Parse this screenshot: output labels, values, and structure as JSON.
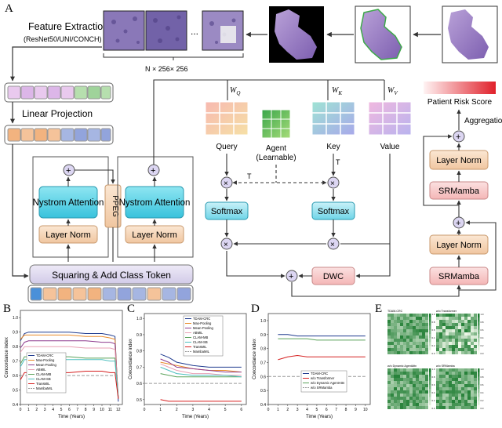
{
  "panel_letters": [
    "A",
    "B",
    "C",
    "D",
    "E"
  ],
  "pipeline": {
    "feature_extraction": "Feature Extraction",
    "backbones": "(ResNet50/UNI/CONCH)",
    "ellipsis": "...",
    "tile_count": "N × 256× 256",
    "linear_projection": "Linear Projection",
    "nystrom_attention": "Nystrom Attention",
    "layer_norm": "Layer Norm",
    "ppeg": "PPEG",
    "squaring": "Squaring & Add Class Token",
    "wq": "W",
    "wq_sub": "Q",
    "wk": "W",
    "wk_sub": "K",
    "wv": "W",
    "wv_sub": "V",
    "query": "Query",
    "agent": "Agent",
    "agent_sub": "(Learnable)",
    "key": "Key",
    "value": "Value",
    "transpose_mark": "T",
    "softmax": "Softmax",
    "dwc": "DWC",
    "srmamba": "SRMamba",
    "aggregation": "Aggregation",
    "risk_score": "Patient Risk Score"
  },
  "colors": {
    "cyan": "#5fd3e8",
    "peach": "#f6d3b3",
    "lavender": "#ded2f0",
    "tissue": "#9a7fc4",
    "risk_red": "#e0202a"
  },
  "charts": [
    {
      "type": "line",
      "ylabel": "Concordance index",
      "xlabel": "Time (Years)",
      "xticks": [
        "0",
        "1",
        "2",
        "3",
        "4",
        "5",
        "6",
        "7",
        "8",
        "9",
        "10",
        "11",
        "12"
      ],
      "yticks": [
        "0.4",
        "0.5",
        "0.6",
        "0.7",
        "0.8",
        "0.9",
        "1.0"
      ],
      "xlim": [
        0,
        12.5
      ],
      "ylim": [
        0.4,
        1.05
      ],
      "legend": [
        "TDAM-CRC",
        "Max-Pooling",
        "Mean-Pooling",
        "ABMIL",
        "CLAM-MB",
        "CLAM-SB",
        "TransMIL",
        "MambaMIL"
      ],
      "series": [
        {
          "name": "TDAM-CRC",
          "color": "#1f3b8f",
          "x": [
            0,
            0.5,
            1,
            2,
            4,
            6,
            8,
            10,
            11,
            11.6,
            12
          ],
          "y": [
            0.84,
            0.89,
            0.9,
            0.9,
            0.9,
            0.9,
            0.89,
            0.89,
            0.88,
            0.87,
            0.42
          ]
        },
        {
          "name": "Max-Pooling",
          "color": "#e98b2a",
          "x": [
            0,
            0.5,
            1,
            2,
            4,
            6,
            8,
            10,
            11,
            11.6,
            12
          ],
          "y": [
            0.85,
            0.88,
            0.88,
            0.88,
            0.88,
            0.88,
            0.87,
            0.87,
            0.86,
            0.85,
            0.44
          ]
        },
        {
          "name": "Mean-Pooling",
          "color": "#8e3b8e",
          "x": [
            0,
            0.5,
            1,
            2,
            4,
            6,
            8,
            10,
            11,
            11.6,
            12
          ],
          "y": [
            0.79,
            0.83,
            0.84,
            0.84,
            0.84,
            0.84,
            0.84,
            0.83,
            0.83,
            0.82,
            0.44
          ]
        },
        {
          "name": "ABMIL",
          "color": "#e8a0b4",
          "x": [
            0,
            0.5,
            1,
            2,
            4,
            6,
            8,
            10,
            11,
            11.6,
            12
          ],
          "y": [
            0.76,
            0.8,
            0.8,
            0.8,
            0.8,
            0.8,
            0.79,
            0.79,
            0.79,
            0.78,
            0.45
          ]
        },
        {
          "name": "CLAM-MB",
          "color": "#5ba35b",
          "x": [
            0,
            0.5,
            1,
            2,
            4,
            6,
            8,
            10,
            11,
            11.6,
            12
          ],
          "y": [
            0.68,
            0.73,
            0.73,
            0.73,
            0.73,
            0.73,
            0.72,
            0.72,
            0.72,
            0.72,
            0.45
          ]
        },
        {
          "name": "CLAM-SB",
          "color": "#4dbfbf",
          "x": [
            0,
            0.5,
            1,
            2,
            4,
            6,
            8,
            10,
            11,
            11.6,
            12
          ],
          "y": [
            0.66,
            0.71,
            0.71,
            0.71,
            0.71,
            0.71,
            0.71,
            0.71,
            0.7,
            0.7,
            0.45
          ]
        },
        {
          "name": "TransMIL",
          "color": "#d62020",
          "x": [
            0,
            0.5,
            1,
            2,
            4,
            6,
            8,
            10,
            11,
            11.6,
            12
          ],
          "y": [
            0.57,
            0.62,
            0.62,
            0.62,
            0.62,
            0.62,
            0.63,
            0.63,
            0.62,
            0.62,
            0.44
          ]
        },
        {
          "name": "MambaMIL",
          "color": "#999999",
          "dash": "4,2",
          "x": [
            0,
            0.5,
            1,
            2,
            4,
            6,
            8,
            10,
            11,
            11.6,
            12
          ],
          "y": [
            0.6,
            0.6,
            0.6,
            0.6,
            0.6,
            0.6,
            0.6,
            0.6,
            0.6,
            0.6,
            0.6
          ]
        }
      ],
      "legend_position": "bottom-left"
    },
    {
      "type": "line",
      "ylabel": "Concordance index",
      "xlabel": "Time (Years)",
      "xticks": [
        "0",
        "1",
        "2",
        "3",
        "4",
        "5",
        "6"
      ],
      "yticks": [
        "0.5",
        "0.6",
        "0.7",
        "0.8",
        "0.9",
        "1.0"
      ],
      "xlim": [
        0,
        6.3
      ],
      "ylim": [
        0.47,
        1.03
      ],
      "legend": [
        "TDAM-CRC",
        "Max-Pooling",
        "Mean-Pooling",
        "ABMIL",
        "CLAM-MB",
        "CLAM-SB",
        "TransMIL",
        "MambaMIL"
      ],
      "series": [
        {
          "name": "TDAM-CRC",
          "color": "#1f3b8f",
          "x": [
            1,
            1.5,
            2,
            3,
            4,
            5,
            6
          ],
          "y": [
            0.78,
            0.76,
            0.73,
            0.71,
            0.7,
            0.7,
            0.7
          ]
        },
        {
          "name": "Max-Pooling",
          "color": "#e98b2a",
          "x": [
            1,
            1.5,
            2,
            3,
            4,
            5,
            6
          ],
          "y": [
            0.73,
            0.72,
            0.71,
            0.69,
            0.68,
            0.68,
            0.67
          ]
        },
        {
          "name": "Mean-Pooling",
          "color": "#8e3b8e",
          "x": [
            1,
            1.5,
            2,
            3,
            4,
            5,
            6
          ],
          "y": [
            0.75,
            0.73,
            0.7,
            0.69,
            0.68,
            0.67,
            0.67
          ]
        },
        {
          "name": "ABMIL",
          "color": "#e8a0b4",
          "x": [
            1,
            1.5,
            2,
            3,
            4,
            5,
            6
          ],
          "y": [
            0.72,
            0.7,
            0.68,
            0.66,
            0.66,
            0.65,
            0.65
          ]
        },
        {
          "name": "CLAM-MB",
          "color": "#5ba35b",
          "x": [
            1,
            1.5,
            2,
            3,
            4,
            5,
            6
          ],
          "y": [
            0.66,
            0.65,
            0.64,
            0.64,
            0.64,
            0.64,
            0.64
          ]
        },
        {
          "name": "CLAM-SB",
          "color": "#4dbfbf",
          "x": [
            1,
            1.5,
            2,
            3,
            4,
            5,
            6
          ],
          "y": [
            0.7,
            0.68,
            0.66,
            0.65,
            0.65,
            0.65,
            0.64
          ]
        },
        {
          "name": "TransMIL",
          "color": "#d62020",
          "x": [
            1,
            1.5,
            2,
            3,
            4,
            5,
            6
          ],
          "y": [
            0.5,
            0.49,
            0.49,
            0.49,
            0.49,
            0.49,
            0.49
          ]
        },
        {
          "name": "MambaMIL",
          "color": "#999999",
          "dash": "4,2",
          "x": [
            0,
            1,
            2,
            3,
            4,
            5,
            6
          ],
          "y": [
            0.6,
            0.6,
            0.6,
            0.6,
            0.6,
            0.6,
            0.6
          ]
        }
      ],
      "legend_position": "top-center"
    },
    {
      "type": "line",
      "ylabel": "Concordance index",
      "xlabel": "Time (Years)",
      "xticks": [
        "0",
        "1",
        "2",
        "3",
        "4",
        "5",
        "6",
        "7",
        "8",
        "9",
        "10"
      ],
      "yticks": [
        "0.4",
        "0.5",
        "0.6",
        "0.7",
        "0.8",
        "0.9",
        "1.0"
      ],
      "xlim": [
        0,
        10.5
      ],
      "ylim": [
        0.4,
        1.05
      ],
      "legend": [
        "TDAM-CRC",
        "w/o Transformer",
        "w/o Dynamic AgentAttn",
        "w/o SRMamba"
      ],
      "series": [
        {
          "name": "TDAM-CRC",
          "color": "#1f3b8f",
          "x": [
            1,
            2,
            3,
            4,
            5,
            6,
            7,
            8,
            9,
            10
          ],
          "y": [
            0.9,
            0.9,
            0.89,
            0.89,
            0.89,
            0.89,
            0.89,
            0.89,
            0.89,
            0.89
          ]
        },
        {
          "name": "w/o Transformer",
          "color": "#d62020",
          "x": [
            1,
            2,
            3,
            4,
            5,
            6,
            7,
            8,
            9,
            10
          ],
          "y": [
            0.72,
            0.74,
            0.75,
            0.74,
            0.74,
            0.74,
            0.74,
            0.74,
            0.74,
            0.74
          ]
        },
        {
          "name": "w/o Dynamic AgentAttn",
          "color": "#5ba35b",
          "x": [
            1,
            2,
            3,
            4,
            5,
            6,
            7,
            8,
            9,
            10
          ],
          "y": [
            0.87,
            0.87,
            0.87,
            0.87,
            0.86,
            0.86,
            0.86,
            0.86,
            0.86,
            0.86
          ]
        },
        {
          "name": "w/o SRMamba",
          "color": "#999999",
          "dash": "4,2",
          "x": [
            0,
            1,
            2,
            3,
            4,
            5,
            6,
            7,
            8,
            9,
            10
          ],
          "y": [
            0.6,
            0.6,
            0.6,
            0.6,
            0.6,
            0.6,
            0.6,
            0.6,
            0.6,
            0.6,
            0.6
          ]
        }
      ],
      "legend_position": "bottom-center"
    }
  ],
  "heatmaps": {
    "titles": [
      "TDAM-CRC",
      "w/o Transformer",
      "w/o Dynamic AgentAttn",
      "w/o SRMamba"
    ],
    "colorbar_ticks": [
      "1.0",
      "0.8",
      "0.6",
      "0.4",
      "0.2",
      "0.0"
    ]
  }
}
